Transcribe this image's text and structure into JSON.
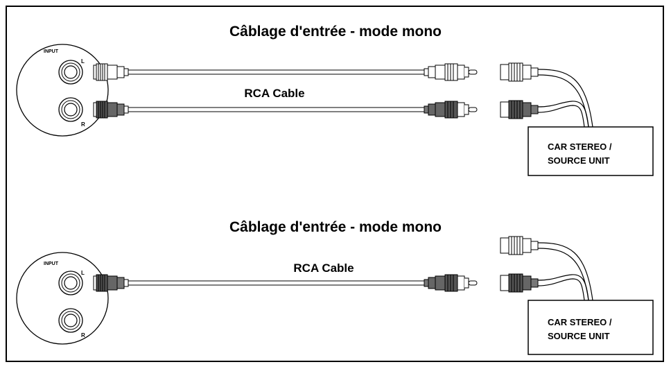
{
  "diagrams": [
    {
      "title": "Câblage d'entrée - mode mono",
      "input_label": "INPUT",
      "left_label": "L",
      "right_label": "R",
      "cable_label": "RCA Cable",
      "source_box": {
        "line1": "CAR STEREO /",
        "line2": "SOURCE UNIT"
      }
    },
    {
      "title": "Câblage d'entrée - mode mono",
      "input_label": "INPUT",
      "left_label": "L",
      "right_label": "R",
      "cable_label": "RCA Cable",
      "source_box": {
        "line1": "CAR STEREO /",
        "line2": "SOURCE UNIT"
      }
    }
  ]
}
